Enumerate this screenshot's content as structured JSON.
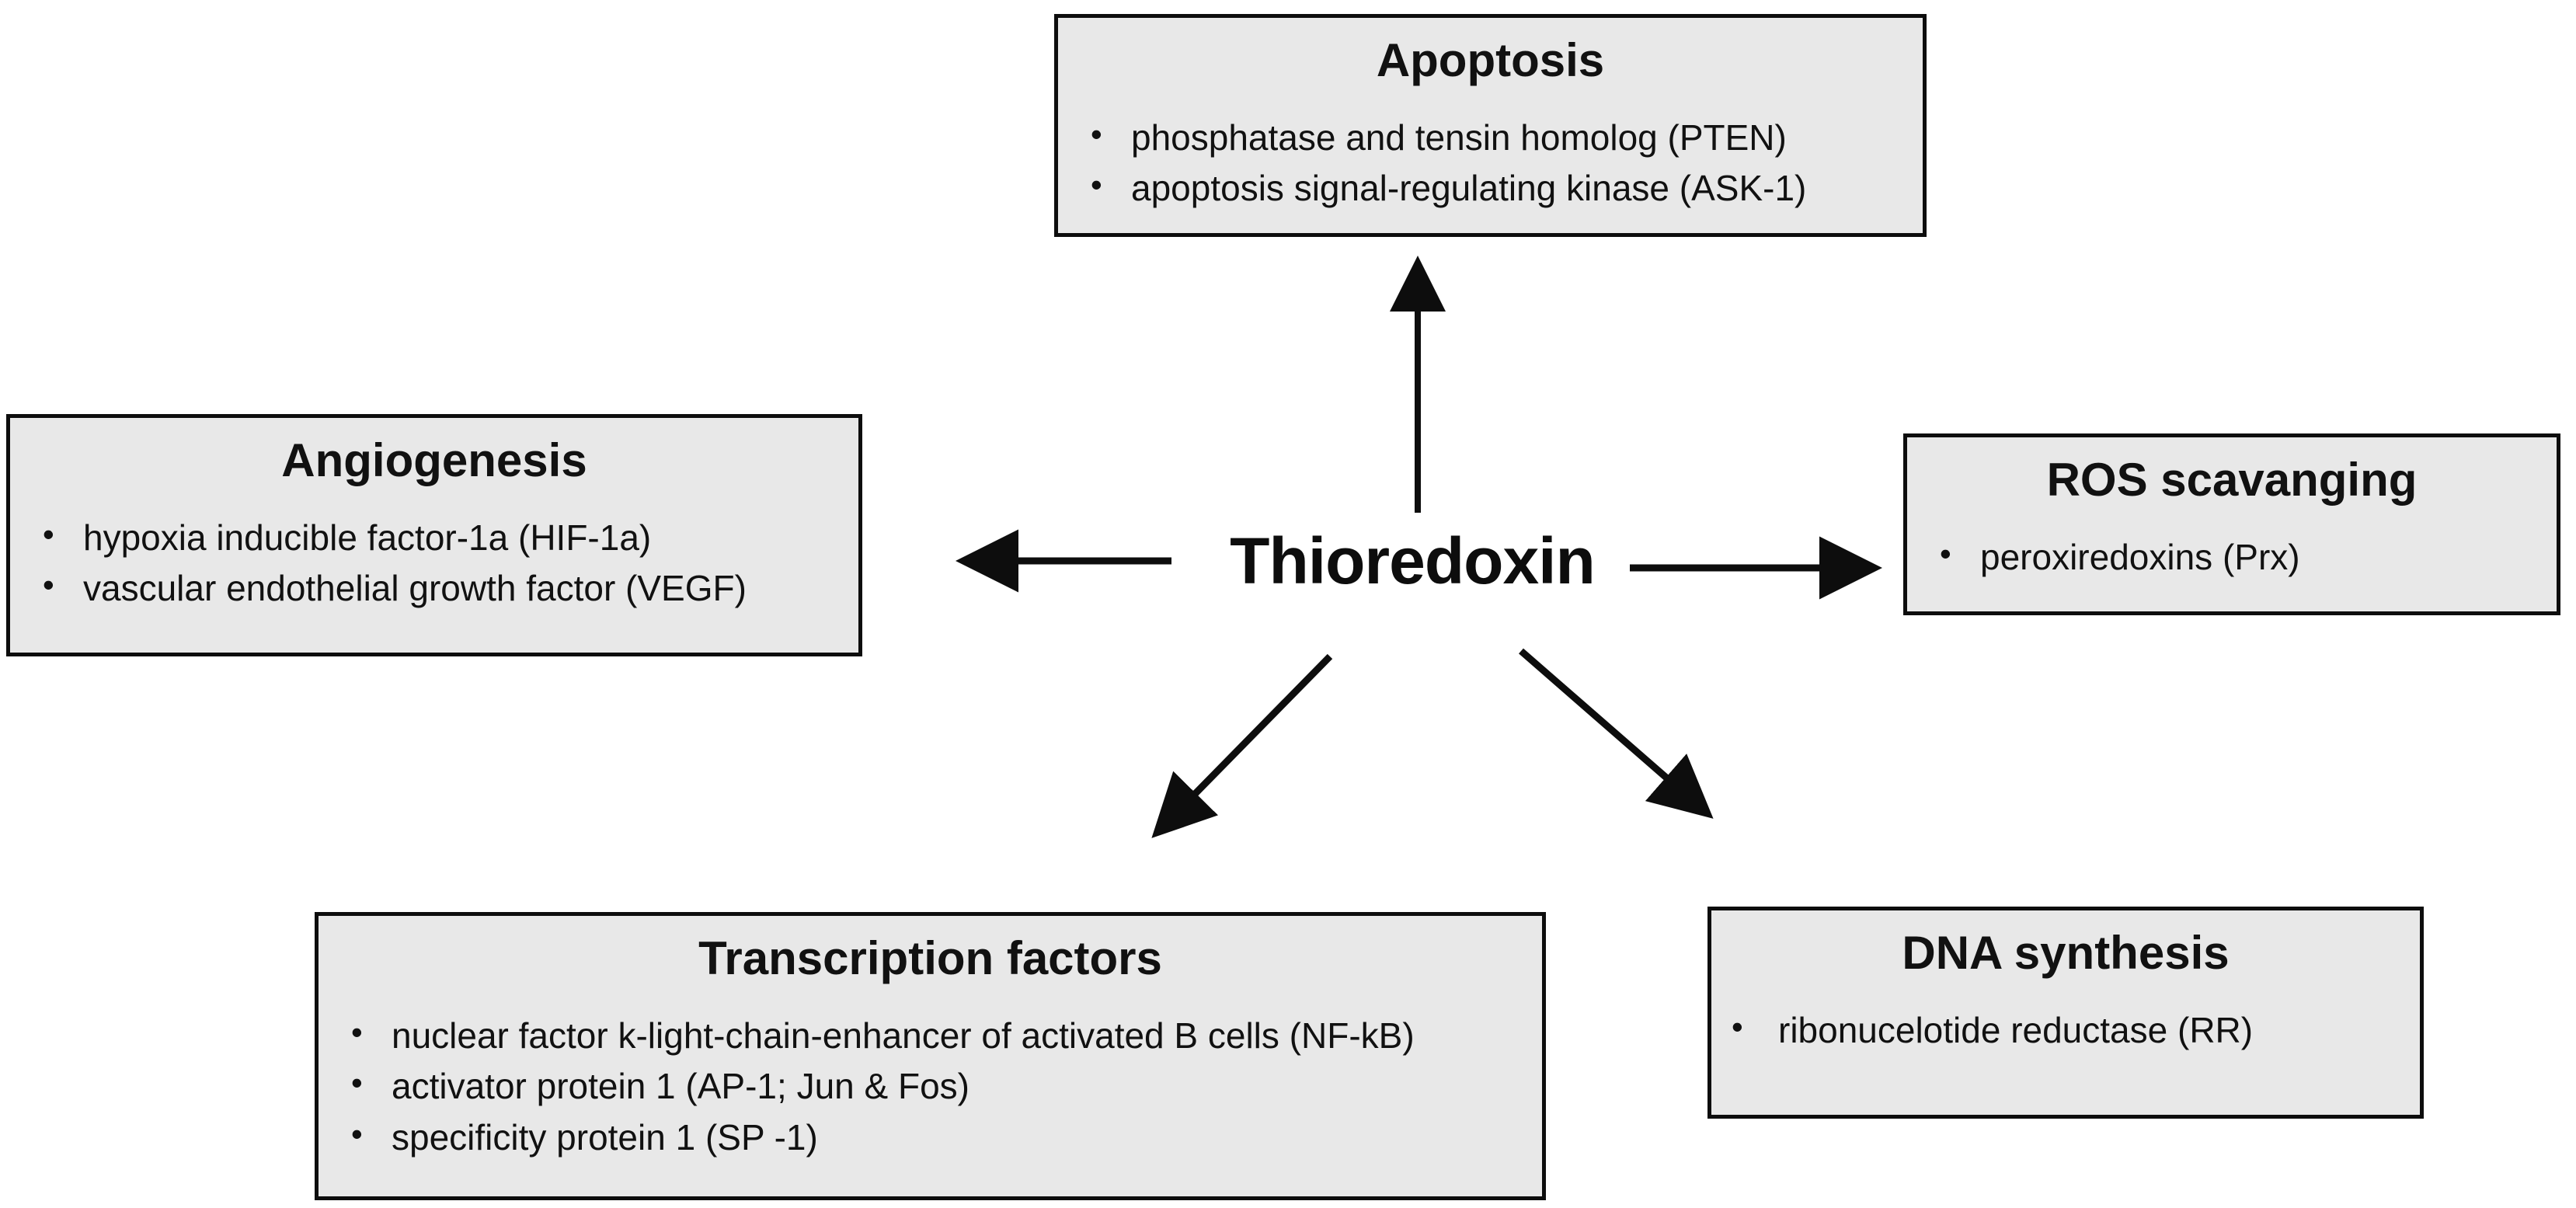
{
  "center": {
    "label": "Thioredoxin"
  },
  "boxes": [
    {
      "id": "apoptosis",
      "title": "Apoptosis",
      "items": [
        "phosphatase and tensin homolog (PTEN)",
        "apoptosis signal-regulating kinase (ASK-1)"
      ]
    },
    {
      "id": "angiogenesis",
      "title": "Angiogenesis",
      "items": [
        "hypoxia inducible factor-1a (HIF-1a)",
        "vascular endothelial growth factor (VEGF)"
      ]
    },
    {
      "id": "ros-scavanging",
      "title": "ROS scavanging",
      "items": [
        "peroxiredoxins (Prx)"
      ]
    },
    {
      "id": "transcription-factors",
      "title": "Transcription factors",
      "items": [
        "nuclear factor k-light-chain-enhancer of activated B  cells (NF-kB)",
        "activator protein 1 (AP-1; Jun & Fos)",
        "specificity protein 1 (SP -1)"
      ]
    },
    {
      "id": "dna-synthesis",
      "title": "DNA synthesis",
      "items": [
        "ribonucelotide reductase (RR)"
      ]
    }
  ],
  "colors": {
    "box_fill": "#e8e8e8",
    "box_border": "#0d0d0d",
    "text": "#111111",
    "background": "#ffffff",
    "arrow": "#0d0d0d"
  }
}
